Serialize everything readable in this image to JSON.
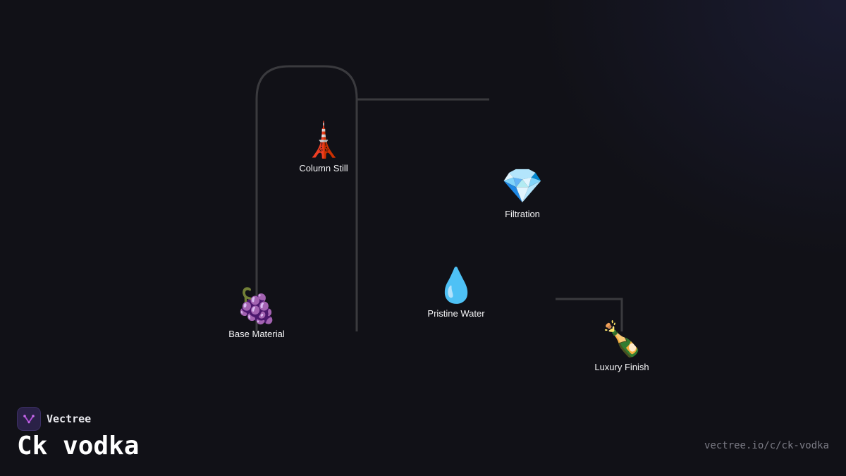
{
  "diagram": {
    "nodes": [
      {
        "id": "base-material",
        "emoji": "🍇",
        "label": "Base Material"
      },
      {
        "id": "column-still",
        "emoji": "🗼",
        "label": "Column Still"
      },
      {
        "id": "pristine-water",
        "emoji": "💧",
        "label": "Pristine Water"
      },
      {
        "id": "filtration",
        "emoji": "💎",
        "label": "Filtration"
      },
      {
        "id": "luxury-finish",
        "emoji": "🍾",
        "label": "Luxury Finish"
      }
    ],
    "connector_color": "#3a3a3e"
  },
  "footer": {
    "brand_name": "Vectree",
    "title": "Ck vodka",
    "url": "vectree.io/c/ck-vodka",
    "logo_icon": "vectree-logo-icon",
    "logo_accent": "#b04cd8"
  }
}
